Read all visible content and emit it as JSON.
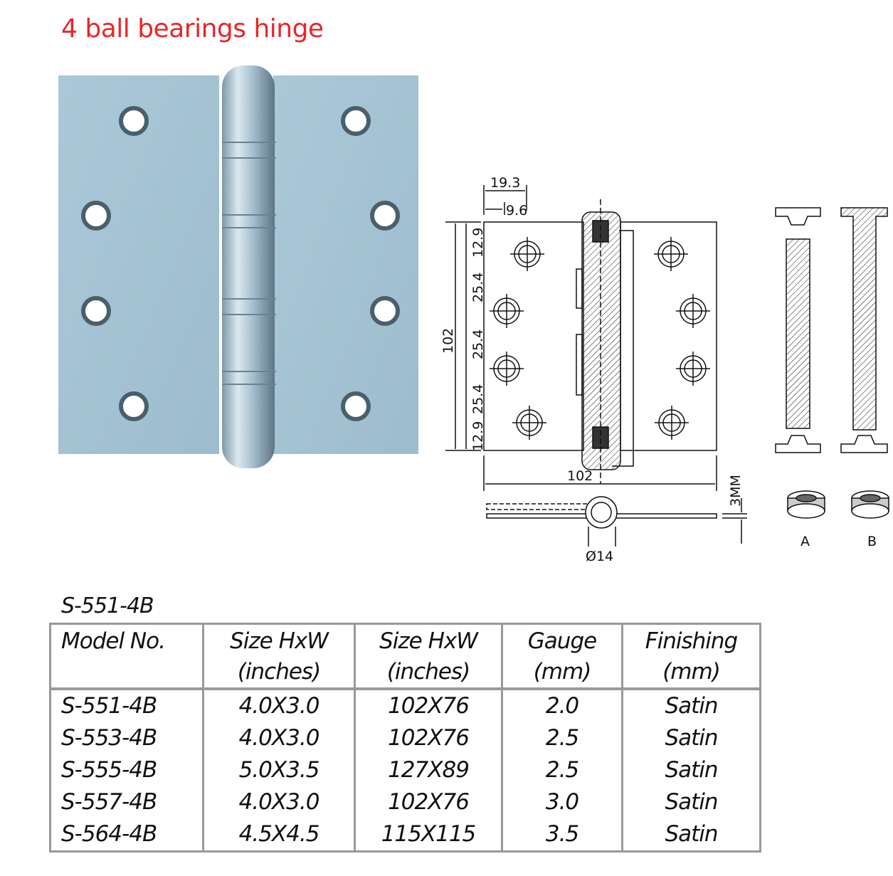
{
  "title": "4 ball bearings hinge",
  "drawing": {
    "dim_top_outer": "19.3",
    "dim_top_inner": "9.6",
    "dim_height_total": "102",
    "dim_segments": [
      "12.9",
      "25.4",
      "25.4",
      "25.4",
      "12.9"
    ],
    "dim_width": "102",
    "dim_thickness": "3MM",
    "dim_knuckle_diameter": "Ø14",
    "screw_labels": [
      "A",
      "B"
    ]
  },
  "model_caption": "S-551-4B",
  "table": {
    "headers": [
      [
        "Model No.",
        ""
      ],
      [
        "Size HxW",
        "(inches)"
      ],
      [
        "Size HxW",
        "(inches)"
      ],
      [
        "Gauge",
        "(mm)"
      ],
      [
        "Finishing",
        "(mm)"
      ]
    ],
    "rows": [
      [
        "S-551-4B",
        "4.0X3.0",
        "102X76",
        "2.0",
        "Satin"
      ],
      [
        "S-553-4B",
        "4.0X3.0",
        "102X76",
        "2.5",
        "Satin"
      ],
      [
        "S-555-4B",
        "5.0X3.5",
        "127X89",
        "2.5",
        "Satin"
      ],
      [
        "S-557-4B",
        "4.0X3.0",
        "102X76",
        "3.0",
        "Satin"
      ],
      [
        "S-564-4B",
        "4.5X4.5",
        "115X115",
        "3.5",
        "Satin"
      ]
    ]
  },
  "colors": {
    "title": "#e8262a",
    "steel": "#a9c6d6",
    "grid": "#999999"
  }
}
